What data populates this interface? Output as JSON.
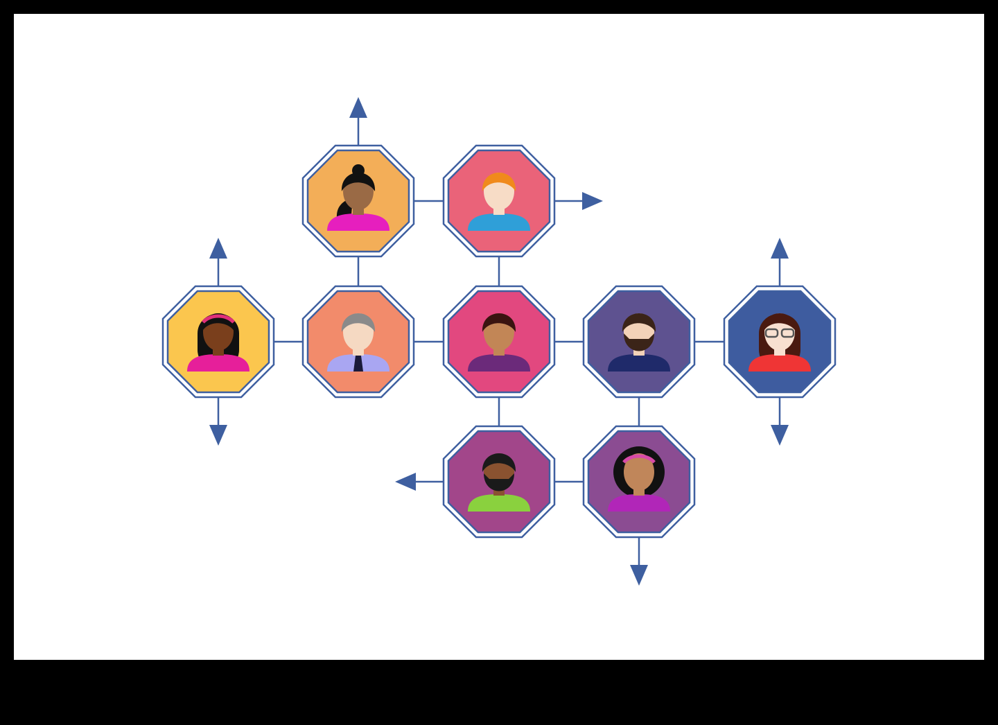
{
  "colors": {
    "background": "#000000",
    "canvas": "#ffffff",
    "connector": "#3e5fa0",
    "outline": "#3e5fa0"
  },
  "nodes": [
    {
      "id": "woman-ponytail",
      "fill": "#f3ae58",
      "skin": "#9a6a45",
      "hair": "#111111",
      "shirt": "#e61fbe",
      "style": "ponytail"
    },
    {
      "id": "man-ginger",
      "fill": "#ea6379",
      "skin": "#f7dcc6",
      "hair": "#f08a1c",
      "shirt": "#2f9fd8",
      "style": "short"
    },
    {
      "id": "woman-headband",
      "fill": "#fbc64e",
      "skin": "#7a3f1c",
      "hair": "#111111",
      "shirt": "#e61f9a",
      "style": "long",
      "band": "#e0307a"
    },
    {
      "id": "man-gray-tie",
      "fill": "#f28b6b",
      "skin": "#f5d9c2",
      "hair": "#8a8a8a",
      "shirt": "#a9a6f2",
      "style": "short",
      "tie": true
    },
    {
      "id": "woman-short-hair",
      "fill": "#e2487f",
      "skin": "#c28656",
      "hair": "#3a1410",
      "shirt": "#6b2a7a",
      "style": "bob"
    },
    {
      "id": "man-beard",
      "fill": "#5e5290",
      "skin": "#f3d2b8",
      "hair": "#3b2418",
      "shirt": "#1f2a6a",
      "style": "short",
      "beard": true
    },
    {
      "id": "woman-glasses",
      "fill": "#3e5c9f",
      "skin": "#f8e0d0",
      "hair": "#4a1a10",
      "shirt": "#ef3535",
      "style": "long",
      "glasses": true
    },
    {
      "id": "man-goatee",
      "fill": "#a2468a",
      "skin": "#8a5230",
      "hair": "#1a1a1a",
      "shirt": "#8ad13e",
      "style": "short",
      "beard": true
    },
    {
      "id": "woman-curly",
      "fill": "#8b4c92",
      "skin": "#c0865a",
      "hair": "#111111",
      "shirt": "#b126b8",
      "style": "curly",
      "band": "#d84aa8"
    }
  ],
  "connections": [
    [
      0,
      1
    ],
    [
      0,
      3
    ],
    [
      1,
      4
    ],
    [
      2,
      3
    ],
    [
      3,
      4
    ],
    [
      4,
      5
    ],
    [
      5,
      6
    ],
    [
      4,
      7
    ],
    [
      5,
      8
    ],
    [
      7,
      8
    ]
  ],
  "arrows": [
    {
      "node": 0,
      "direction": "up"
    },
    {
      "node": 1,
      "direction": "right"
    },
    {
      "node": 2,
      "direction": "up"
    },
    {
      "node": 2,
      "direction": "down"
    },
    {
      "node": 6,
      "direction": "up"
    },
    {
      "node": 6,
      "direction": "down"
    },
    {
      "node": 7,
      "direction": "left"
    },
    {
      "node": 8,
      "direction": "down"
    }
  ]
}
